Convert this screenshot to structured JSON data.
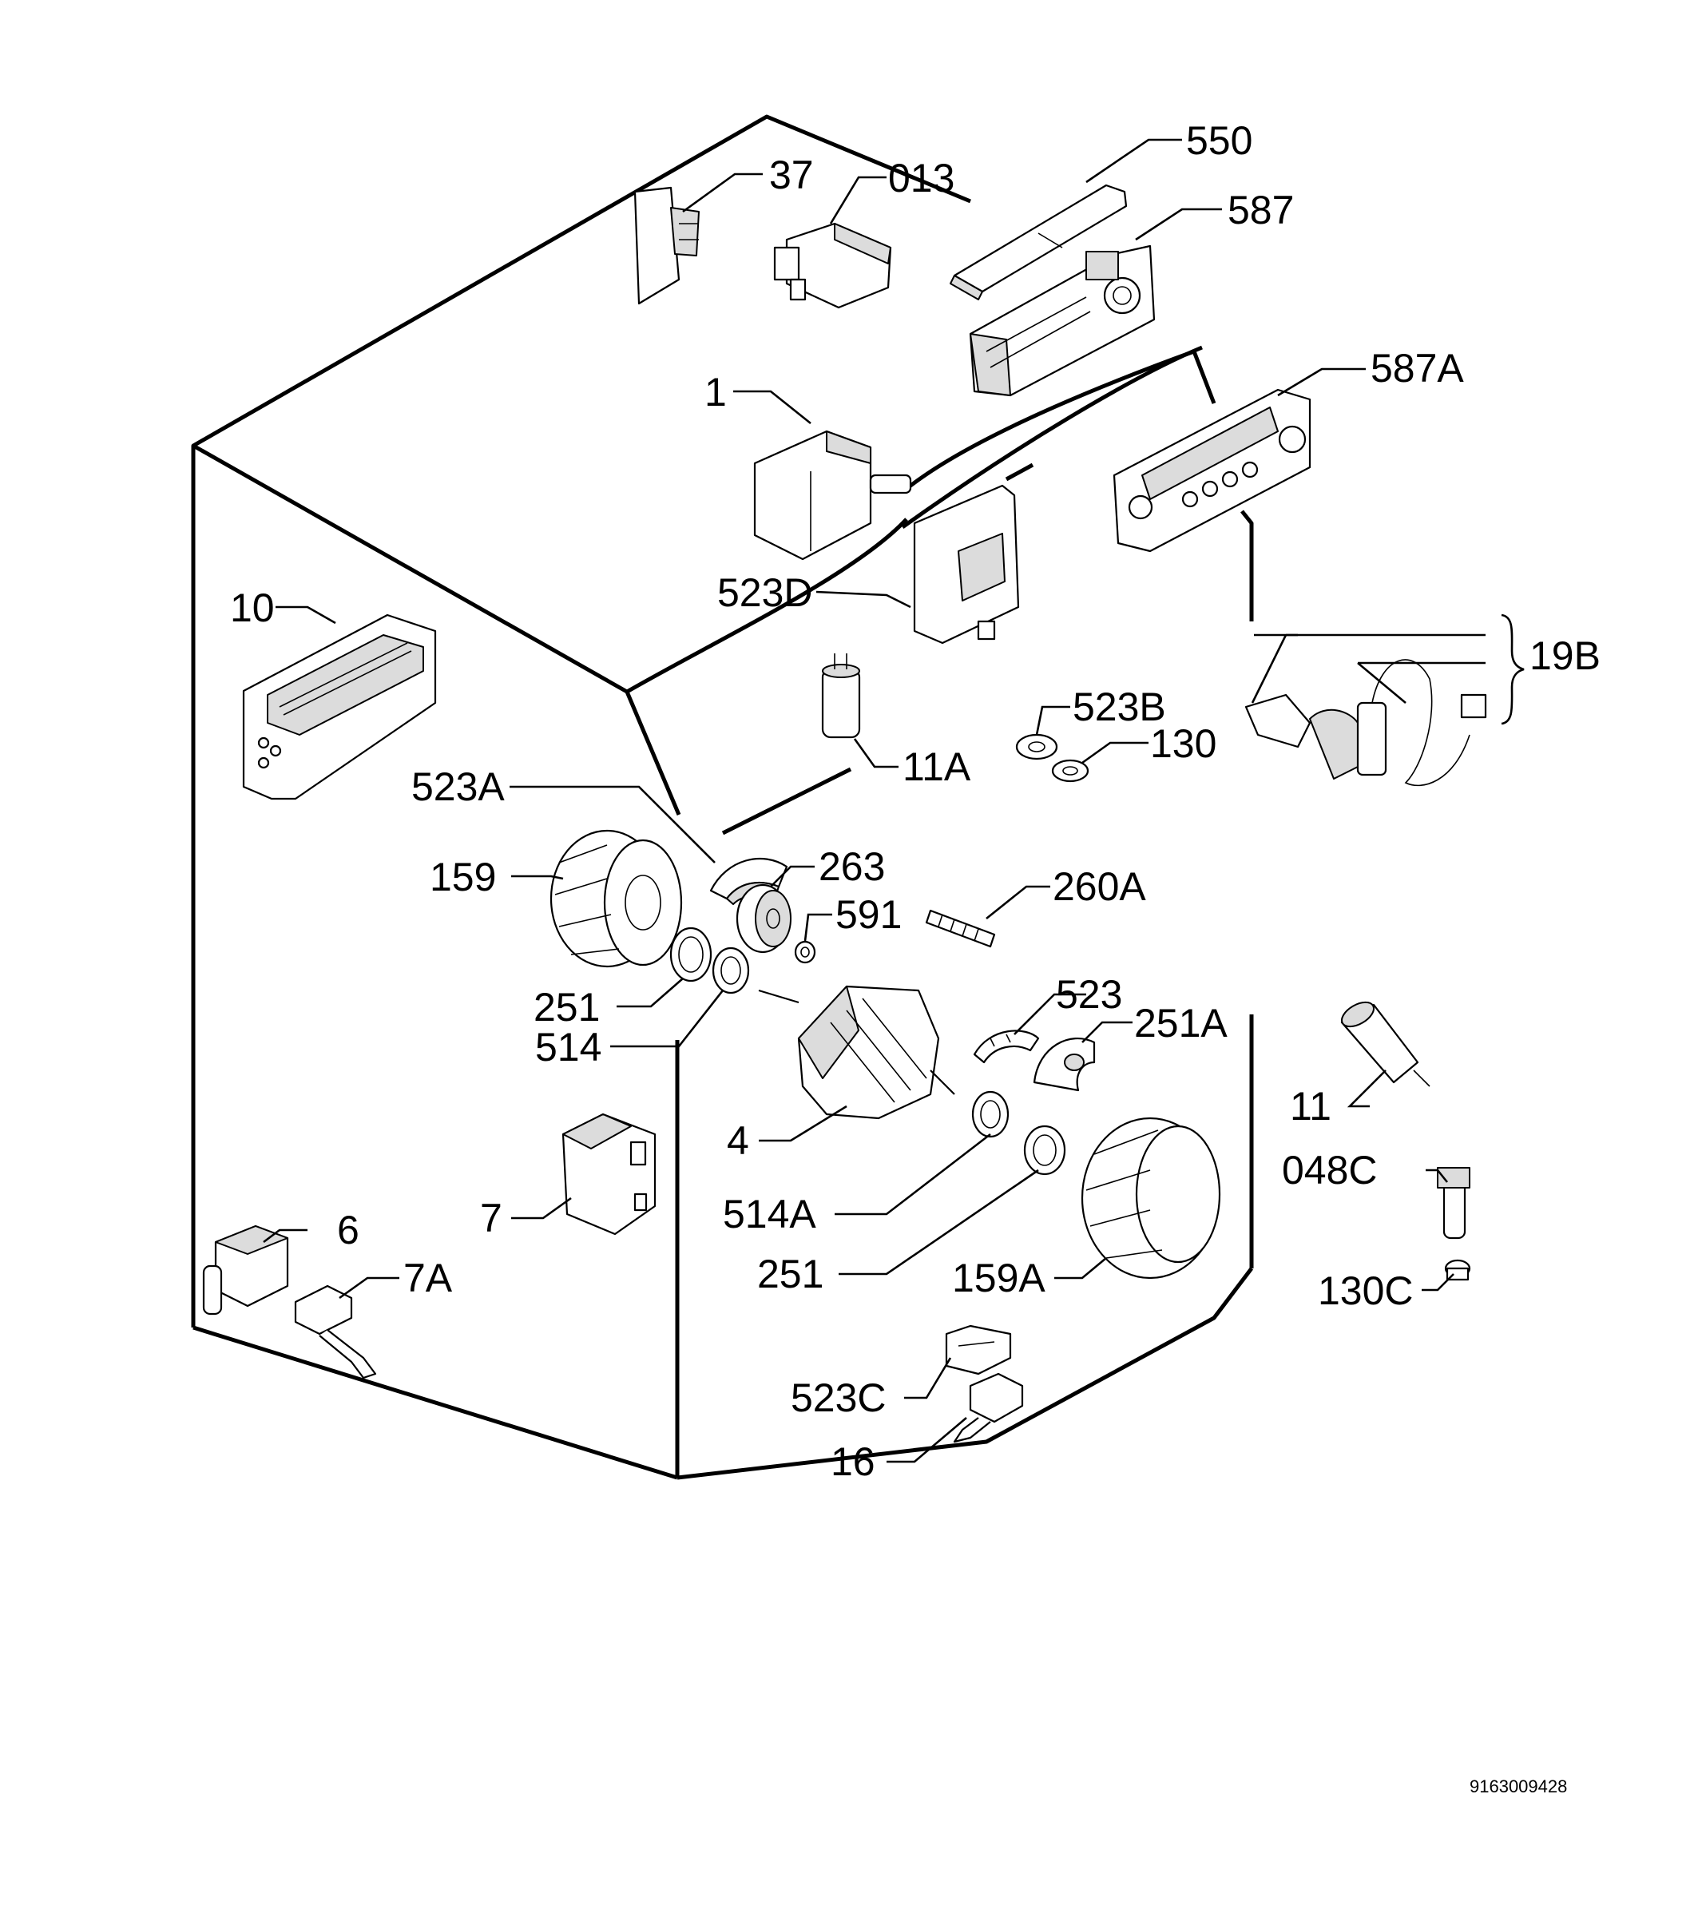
{
  "document_number": "9163009428",
  "callouts": [
    {
      "id": "c550",
      "label": "550"
    },
    {
      "id": "c37",
      "label": "37"
    },
    {
      "id": "c013",
      "label": "013"
    },
    {
      "id": "c587",
      "label": "587"
    },
    {
      "id": "c587A",
      "label": "587A"
    },
    {
      "id": "c1",
      "label": "1"
    },
    {
      "id": "c10",
      "label": "10"
    },
    {
      "id": "c523D",
      "label": "523D"
    },
    {
      "id": "c19B",
      "label": "19B"
    },
    {
      "id": "c523B",
      "label": "523B"
    },
    {
      "id": "c130",
      "label": "130"
    },
    {
      "id": "c11A",
      "label": "11A"
    },
    {
      "id": "c523A",
      "label": "523A"
    },
    {
      "id": "c159",
      "label": "159"
    },
    {
      "id": "c263",
      "label": "263"
    },
    {
      "id": "c591",
      "label": "591"
    },
    {
      "id": "c260A",
      "label": "260A"
    },
    {
      "id": "c251top",
      "label": "251"
    },
    {
      "id": "c514",
      "label": "514"
    },
    {
      "id": "c523",
      "label": "523"
    },
    {
      "id": "c251A",
      "label": "251A"
    },
    {
      "id": "c11",
      "label": "11"
    },
    {
      "id": "c4",
      "label": "4"
    },
    {
      "id": "c048C",
      "label": "048C"
    },
    {
      "id": "c7",
      "label": "7"
    },
    {
      "id": "c514A",
      "label": "514A"
    },
    {
      "id": "c6",
      "label": "6"
    },
    {
      "id": "c7A",
      "label": "7A"
    },
    {
      "id": "c251bot",
      "label": "251"
    },
    {
      "id": "c159A",
      "label": "159A"
    },
    {
      "id": "c130C",
      "label": "130C"
    },
    {
      "id": "c523C",
      "label": "523C"
    },
    {
      "id": "c16",
      "label": "16"
    }
  ]
}
